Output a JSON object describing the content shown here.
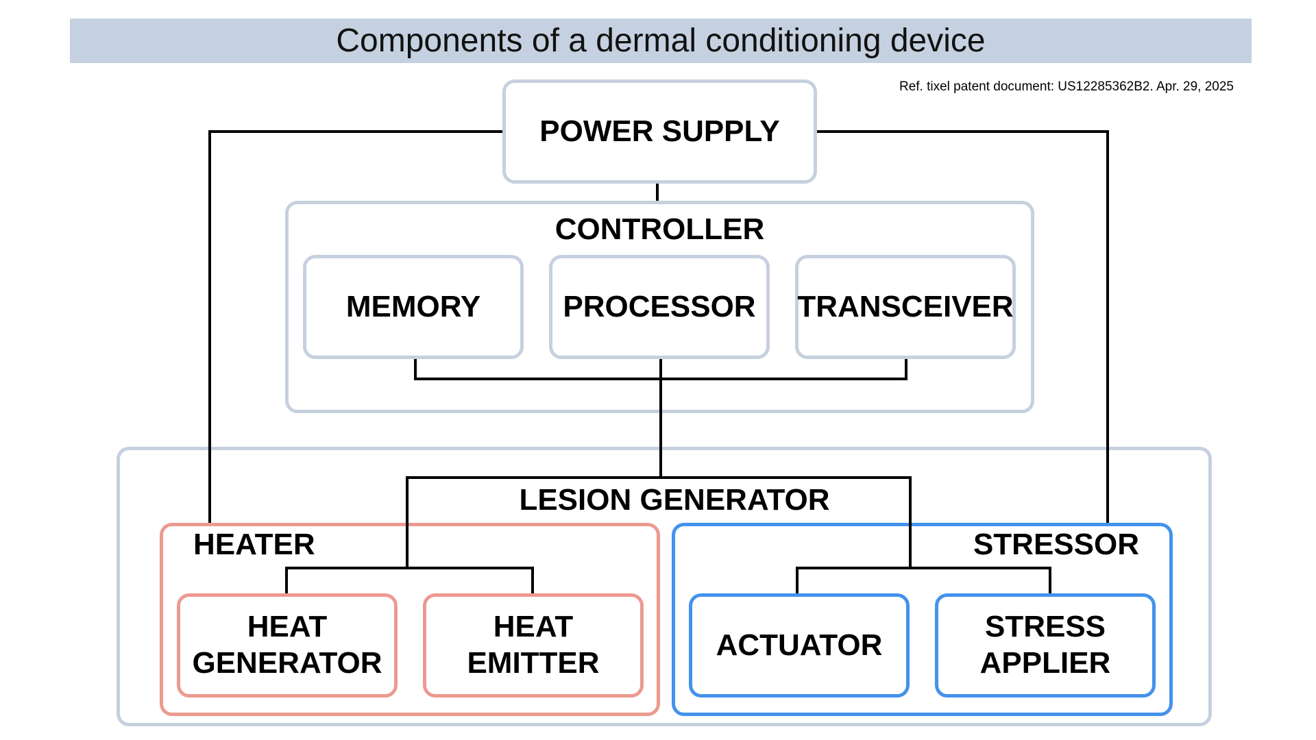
{
  "title": "Components of a dermal conditioning device",
  "reference": "Ref. tixel patent document: US12285362B2. Apr. 29, 2025",
  "colors": {
    "title_bar": "#c5d1e0",
    "neutral_border": "#c6d0de",
    "heater_border": "#ec9a91",
    "stressor_border": "#4392ec",
    "connector": "#000000"
  },
  "nodes": {
    "power_supply": "POWER SUPPLY",
    "controller": "CONTROLLER",
    "memory": "MEMORY",
    "processor": "PROCESSOR",
    "transceiver": "TRANSCEIVER",
    "lesion_generator": "LESION GENERATOR",
    "heater": "HEATER",
    "heat_generator": {
      "line1": "HEAT",
      "line2": "GENERATOR"
    },
    "heat_emitter": {
      "line1": "HEAT",
      "line2": "EMITTER"
    },
    "stressor": "STRESSOR",
    "actuator": "ACTUATOR",
    "stress_applier": {
      "line1": "STRESS",
      "line2": "APPLIER"
    }
  }
}
